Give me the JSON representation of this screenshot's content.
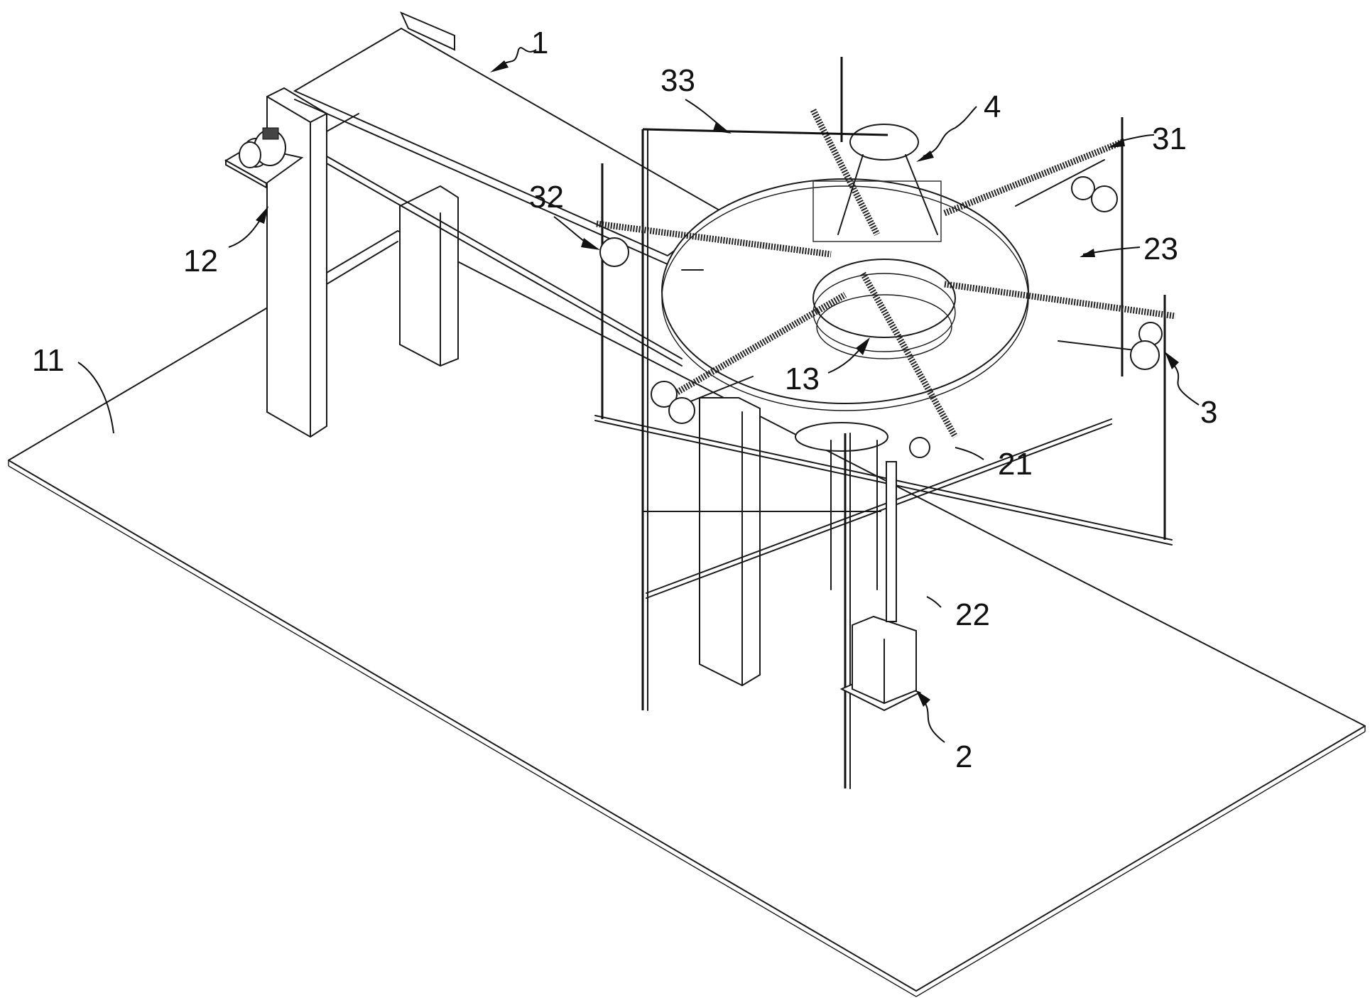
{
  "figure": {
    "type": "patent-drawing",
    "view": "isometric",
    "line_color": "#1a1a1a",
    "background": "#ffffff"
  },
  "labels": [
    {
      "id": "1",
      "text": "1"
    },
    {
      "id": "2",
      "text": "2"
    },
    {
      "id": "3",
      "text": "3"
    },
    {
      "id": "4",
      "text": "4"
    },
    {
      "id": "11",
      "text": "11"
    },
    {
      "id": "12",
      "text": "12"
    },
    {
      "id": "13",
      "text": "13"
    },
    {
      "id": "21",
      "text": "21"
    },
    {
      "id": "22",
      "text": "22"
    },
    {
      "id": "23",
      "text": "23"
    },
    {
      "id": "31",
      "text": "31"
    },
    {
      "id": "32",
      "text": "32"
    },
    {
      "id": "33",
      "text": "33"
    }
  ]
}
